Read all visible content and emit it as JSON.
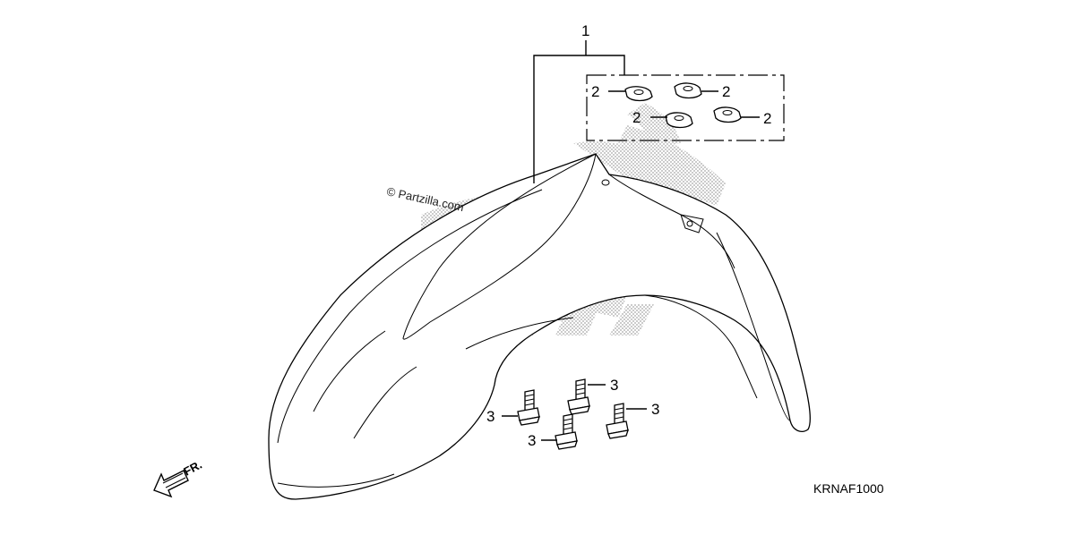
{
  "diagram": {
    "callouts": {
      "fender_set": "1",
      "grommet": "2",
      "bolt": "3"
    },
    "watermark": "© Partzilla.com",
    "diagram_code": "KRNAF1000",
    "direction_label": "FR.",
    "colors": {
      "ink": "#000000",
      "halftone": "#9a9a9a",
      "background": "#ffffff"
    }
  }
}
